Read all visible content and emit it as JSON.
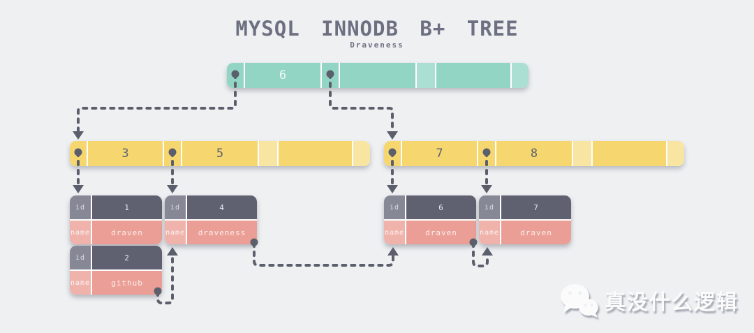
{
  "title": "MYSQL INNODB B+ TREE",
  "subtitle": "Draveness",
  "colors": {
    "background": "#eef0f2",
    "root_node": "#93d5c5",
    "root_node_light": "#abdfd3",
    "internal_node": "#f6d76f",
    "internal_node_light": "#f9e5a2",
    "record_id_label": "#868896",
    "record_id_value": "#5f6170",
    "record_name_label": "#f0b3ac",
    "record_name_value": "#eb9e96",
    "connector": "#5b5e6b"
  },
  "nodes": {
    "root": {
      "keys": [
        "6",
        "",
        ""
      ]
    },
    "left": {
      "keys": [
        "3",
        "5",
        ""
      ]
    },
    "right": {
      "keys": [
        "7",
        "8",
        ""
      ]
    }
  },
  "records": [
    {
      "id_label": "id",
      "id": "1",
      "name_label": "name",
      "name": "draven"
    },
    {
      "id_label": "id",
      "id": "4",
      "name_label": "name",
      "name": "draveness"
    },
    {
      "id_label": "id",
      "id": "2",
      "name_label": "name",
      "name": "github"
    },
    {
      "id_label": "id",
      "id": "6",
      "name_label": "name",
      "name": "draven"
    },
    {
      "id_label": "id",
      "id": "7",
      "name_label": "name",
      "name": "draven"
    }
  ],
  "watermark": {
    "text": "真没什么逻辑"
  }
}
